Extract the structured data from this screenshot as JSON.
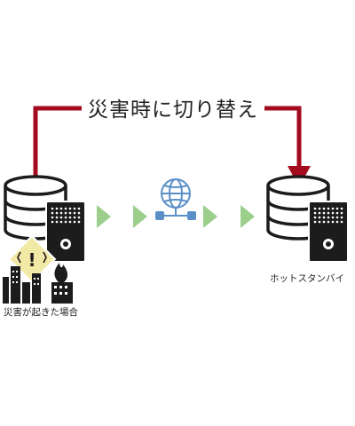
{
  "switch_label": "災害時に切り替え",
  "disaster_label": "災害が起きた場合",
  "standby_label": "ホットスタンバイ",
  "warning_mark": "!",
  "colors": {
    "switch_arrow": "#a50b1e",
    "server_dark": "#1c1c1c",
    "warning_fill": "#f3e9a6",
    "flow_arrow": "#9ccf8c",
    "network_globe": "#5b8fc8"
  },
  "icons": {
    "primary": [
      "database-icon",
      "server-icon",
      "warning-icon",
      "city-icon",
      "fire-icon"
    ],
    "middle": [
      "network-globe-icon"
    ],
    "standby": [
      "database-icon",
      "server-icon"
    ]
  }
}
